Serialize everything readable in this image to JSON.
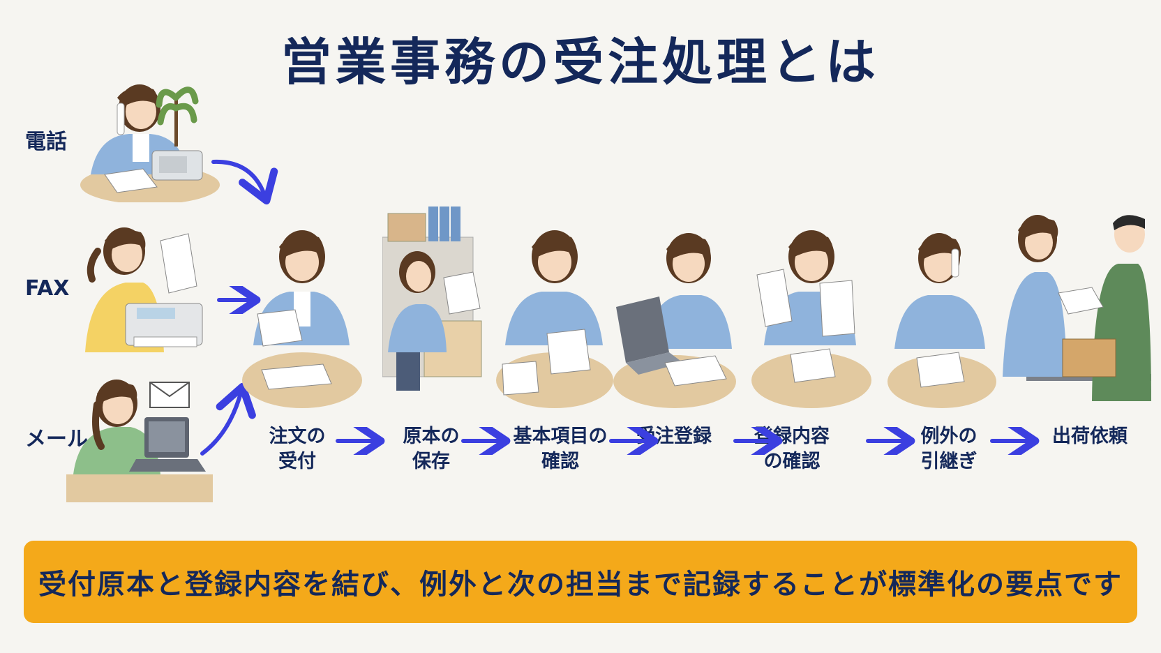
{
  "title": "営業事務の受注処理とは",
  "channels": [
    {
      "label": "電話",
      "icon": "phone-icon"
    },
    {
      "label": "FAX",
      "icon": "fax-icon"
    },
    {
      "label": "メール",
      "icon": "email-icon"
    }
  ],
  "steps": [
    {
      "line1": "注文の",
      "line2": "受付"
    },
    {
      "line1": "原本の",
      "line2": "保存"
    },
    {
      "line1": "基本項目の",
      "line2": "確認"
    },
    {
      "line1": "受注登録",
      "line2": ""
    },
    {
      "line1": "登録内容",
      "line2": "の確認"
    },
    {
      "line1": "例外の",
      "line2": "引継ぎ"
    },
    {
      "line1": "出荷依頼",
      "line2": ""
    }
  ],
  "summary": "受付原本と登録内容を結び、例外と次の担当まで記録することが標準化の要点です",
  "colors": {
    "title": "#14285a",
    "arrow": "#3b3fe0",
    "banner": "#f4a91a",
    "cardigan": "#8fb3dc",
    "desk": "#e2c9a0",
    "hair": "#5a3a22",
    "skin": "#f6d9bf"
  }
}
